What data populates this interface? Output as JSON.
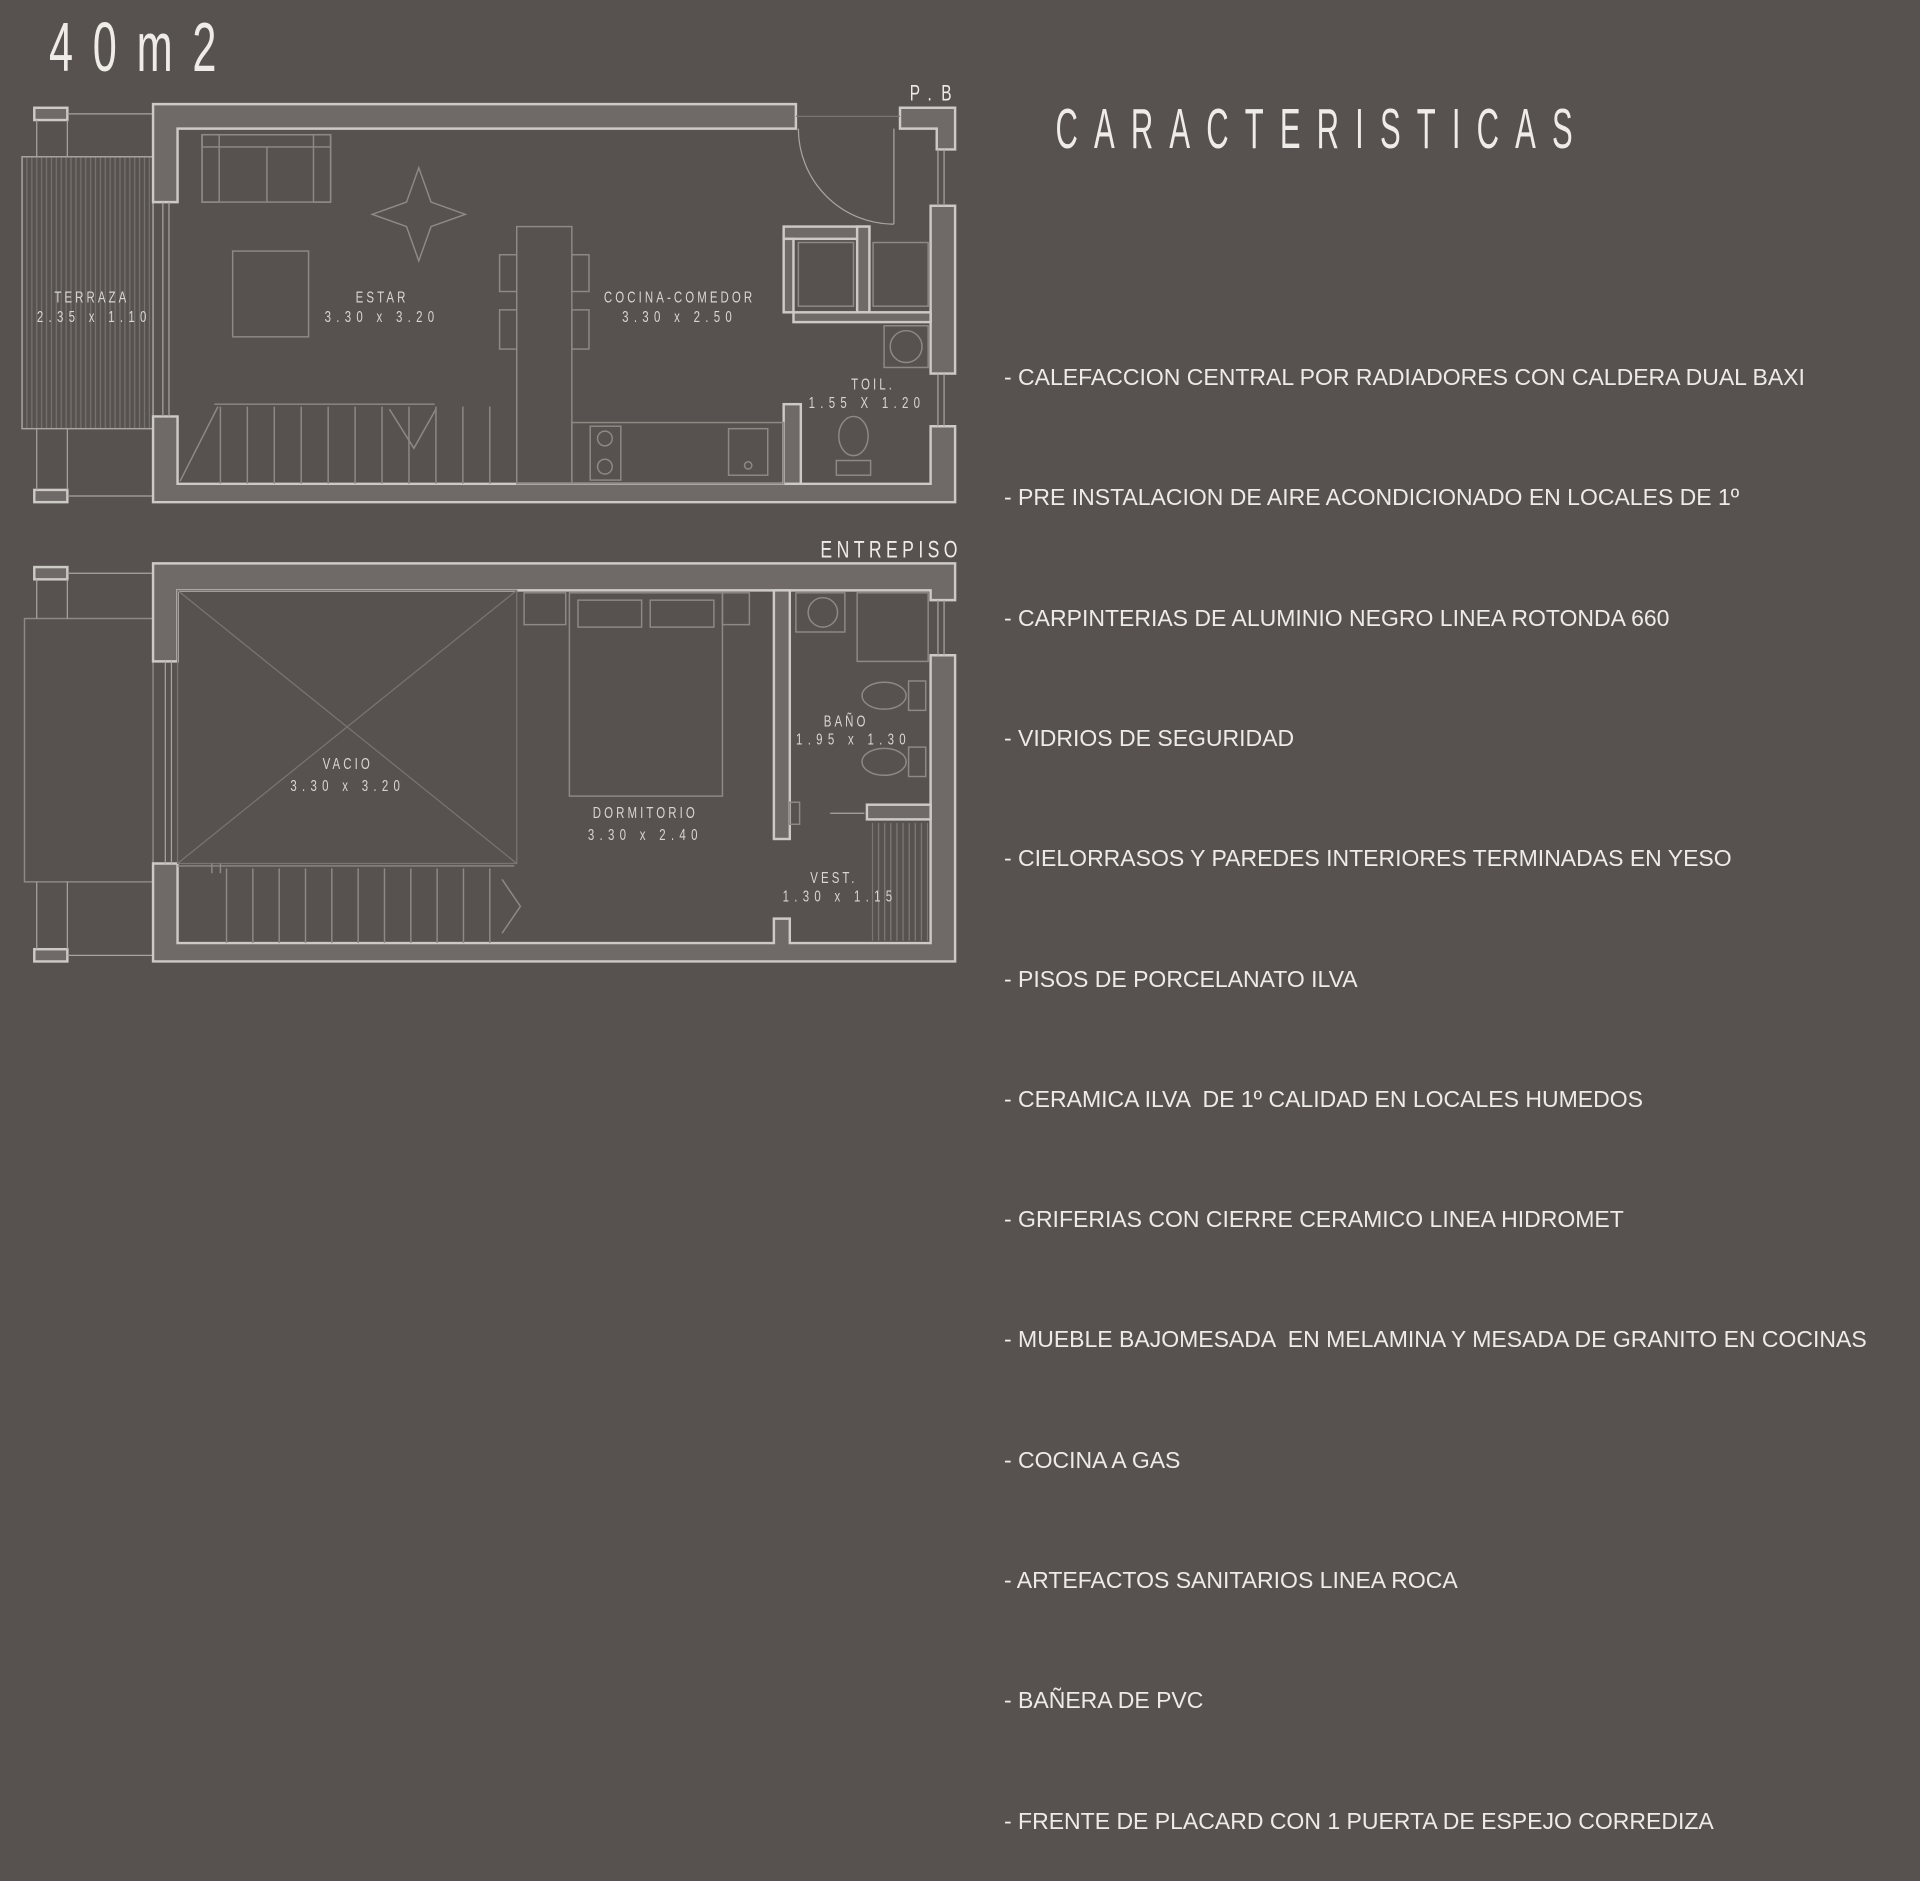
{
  "title": "40m2",
  "plans": {
    "ground": {
      "label": "P.B",
      "rooms": [
        {
          "name": "TERRAZA",
          "size": "2.35 x 1.10"
        },
        {
          "name": "ESTAR",
          "size": "3.30 x 3.20"
        },
        {
          "name": "COCINA-COMEDOR",
          "size": "3.30 x 2.50"
        },
        {
          "name": "TOIL.",
          "size": "1.55 X 1.20"
        }
      ]
    },
    "upper": {
      "label": "ENTREPISO",
      "rooms": [
        {
          "name": "VACIO",
          "size": "3.30 x 3.20"
        },
        {
          "name": "DORMITORIO",
          "size": "3.30 x 2.40"
        },
        {
          "name": "BAÑO",
          "size": "1.95 x 1.30"
        },
        {
          "name": "VEST.",
          "size": "1.30 x 1.15"
        }
      ]
    }
  },
  "features": {
    "heading": "CARACTERISTICAS",
    "items": [
      "- CALEFACCION CENTRAL POR RADIADORES CON CALDERA DUAL BAXI",
      "- PRE INSTALACION DE AIRE ACONDICIONADO EN LOCALES DE 1º",
      "- CARPINTERIAS DE ALUMINIO NEGRO LINEA ROTONDA 660",
      "- VIDRIOS DE SEGURIDAD",
      "- CIELORRASOS Y PAREDES INTERIORES TERMINADAS EN YESO",
      "- PISOS DE PORCELANATO ILVA",
      "- CERAMICA ILVA  DE 1º CALIDAD EN LOCALES HUMEDOS",
      "- GRIFERIAS CON CIERRE CERAMICO LINEA HIDROMET",
      "- MUEBLE BAJOMESADA  EN MELAMINA Y MESADA DE GRANITO EN COCINAS",
      "- COCINA A GAS",
      "- ARTEFACTOS SANITARIOS LINEA ROCA",
      "- BAÑERA DE PVC",
      "- FRENTE DE PLACARD CON 1 PUERTA DE ESPEJO CORREDIZA"
    ]
  },
  "colors": {
    "background": "#57524f",
    "wall": "#cdc9c5",
    "text": "#eeebe7"
  }
}
